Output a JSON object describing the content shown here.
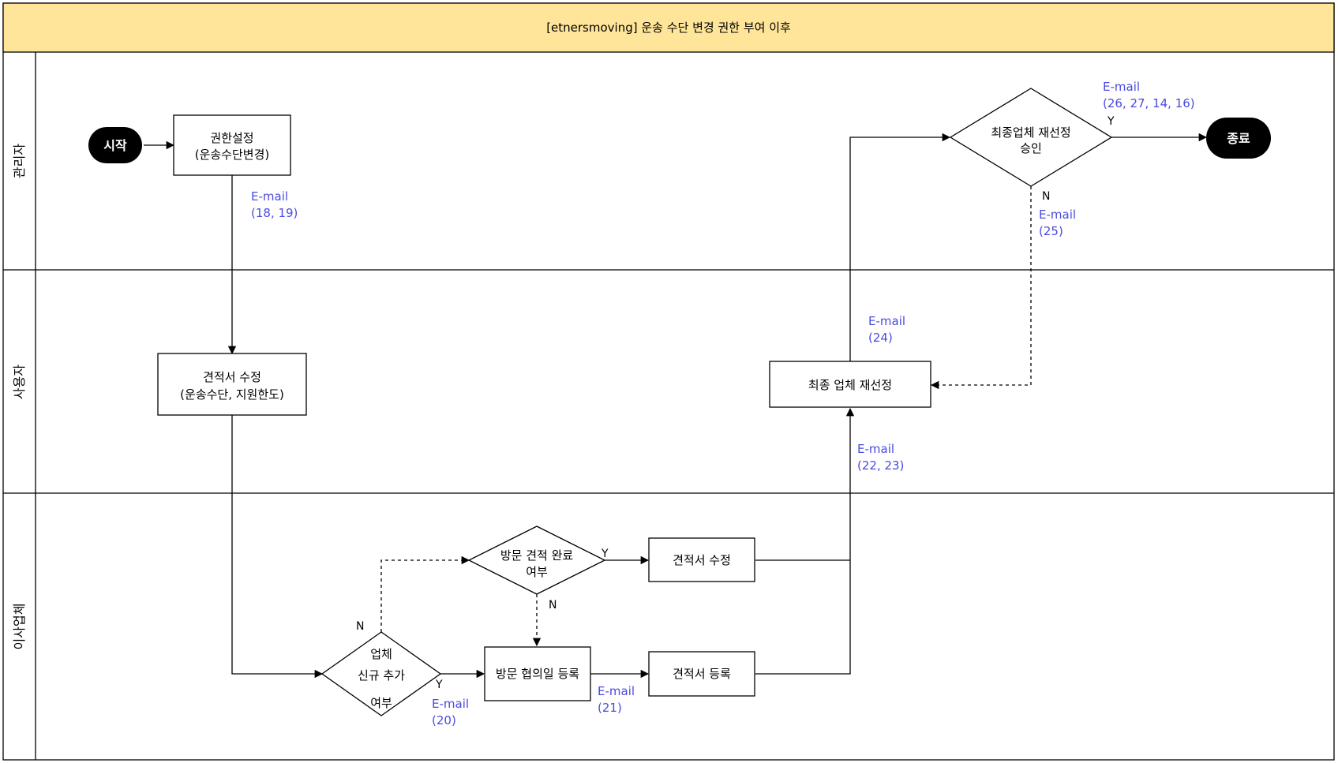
{
  "title": "[etnersmoving] 운송 수단 변경 권한 부여 이후",
  "colors": {
    "header_bg": "#ffe599",
    "email_text": "#4a4ae0",
    "terminal_bg": "#000000"
  },
  "lanes": [
    "관리자",
    "사용자",
    "이사업체"
  ],
  "nodes": {
    "start": "시작",
    "end": "종료",
    "perm_l1": "권한설정",
    "perm_l2": "(운송수단변경)",
    "quote_edit_user_l1": "견적서 수정",
    "quote_edit_user_l2": "(운송수단, 지원한도)",
    "final_reselect": "최종 업체 재선정",
    "approve_l1": "최종업체 재선정",
    "approve_l2": "승인",
    "new_vendor_l1": "업체",
    "new_vendor_l2": "신규 추가",
    "new_vendor_l3": "여부",
    "visit_done_l1": "방문 견적 완료",
    "visit_done_l2": "여부",
    "quote_edit_vendor": "견적서 수정",
    "visit_date": "방문 협의일 등록",
    "quote_register": "견적서 등록"
  },
  "emails": {
    "e1_l1": "E-mail",
    "e1_l2": "(18, 19)",
    "e2_l1": "E-mail",
    "e2_l2": "(20)",
    "e3_l1": "E-mail",
    "e3_l2": "(21)",
    "e4_l1": "E-mail",
    "e4_l2": "(22, 23)",
    "e5_l1": "E-mail",
    "e5_l2": "(24)",
    "e6_l1": "E-mail",
    "e6_l2": "(25)",
    "e7_l1": "E-mail",
    "e7_l2": "(26, 27, 14, 16)"
  },
  "branch_labels": {
    "approve_yes": "Y",
    "approve_no": "N",
    "new_vendor_yes": "Y",
    "new_vendor_no": "N",
    "visit_done_yes": "Y",
    "visit_done_no": "N"
  }
}
